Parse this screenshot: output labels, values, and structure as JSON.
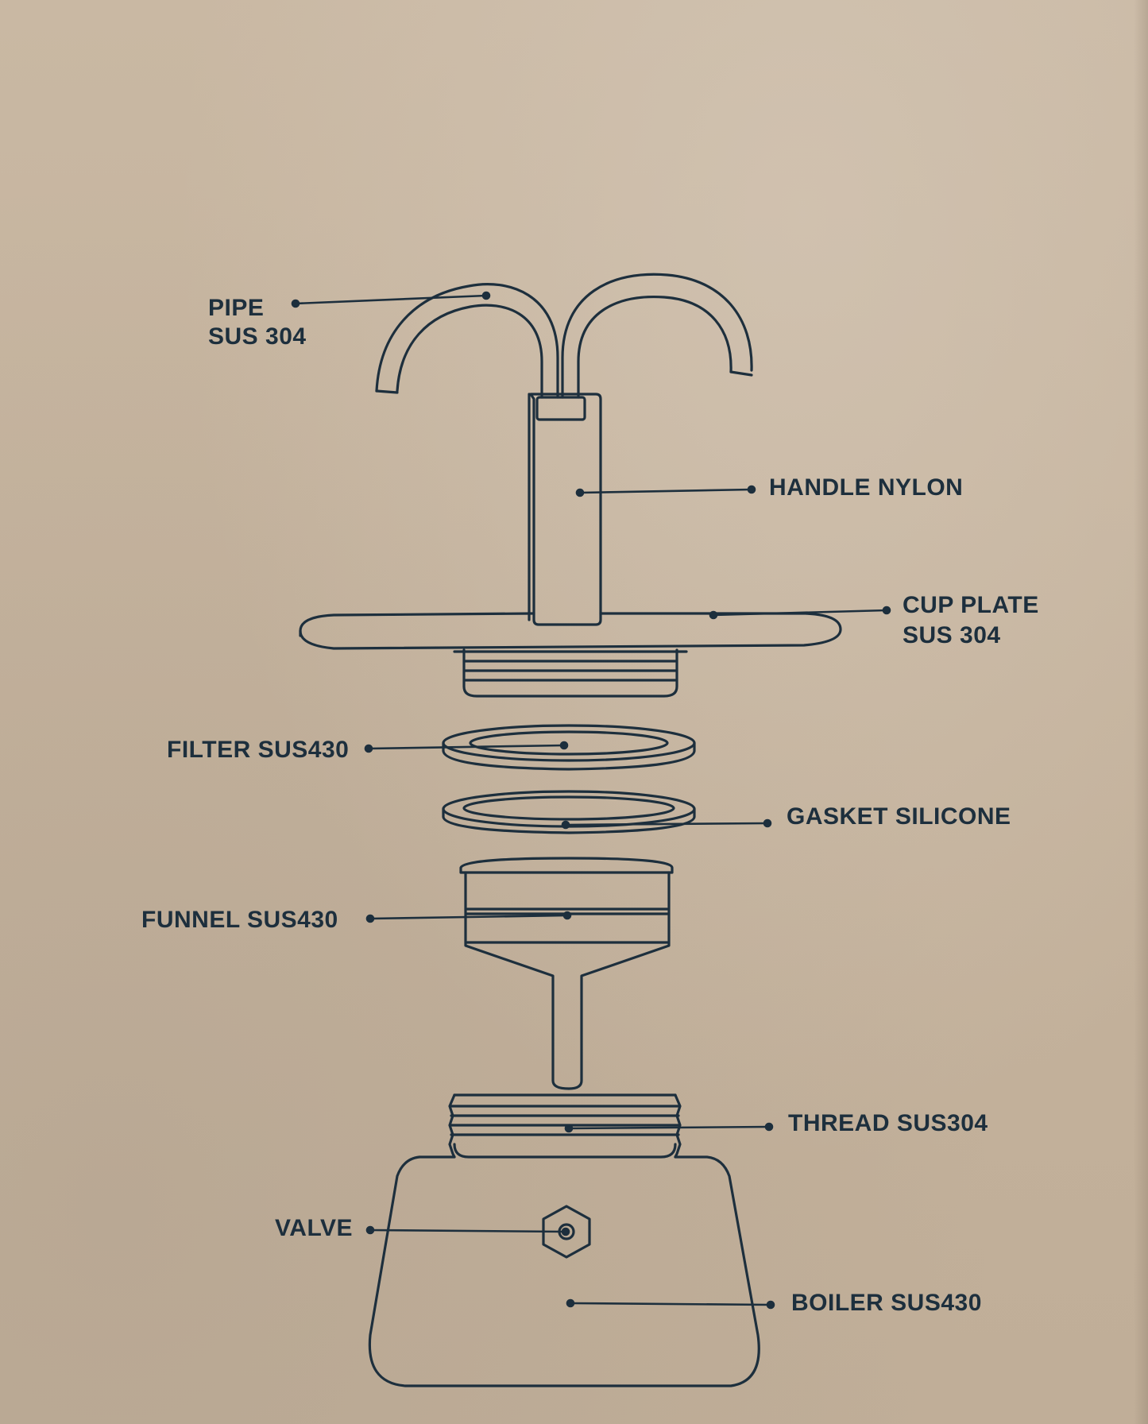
{
  "labels": {
    "pipe_1": "PIPE",
    "pipe_2": "SUS 304",
    "handle": "HANDLE NYLON",
    "cup_plate_1": "CUP PLATE",
    "cup_plate_2": "SUS 304",
    "filter": "FILTER SUS430",
    "gasket": "GASKET SILICONE",
    "funnel": "FUNNEL SUS430",
    "thread": "THREAD SUS304",
    "valve": "VALVE",
    "boiler": "BOILER SUS430"
  },
  "colors": {
    "background": "#c5b49f",
    "ink": "#1d2f3d"
  }
}
